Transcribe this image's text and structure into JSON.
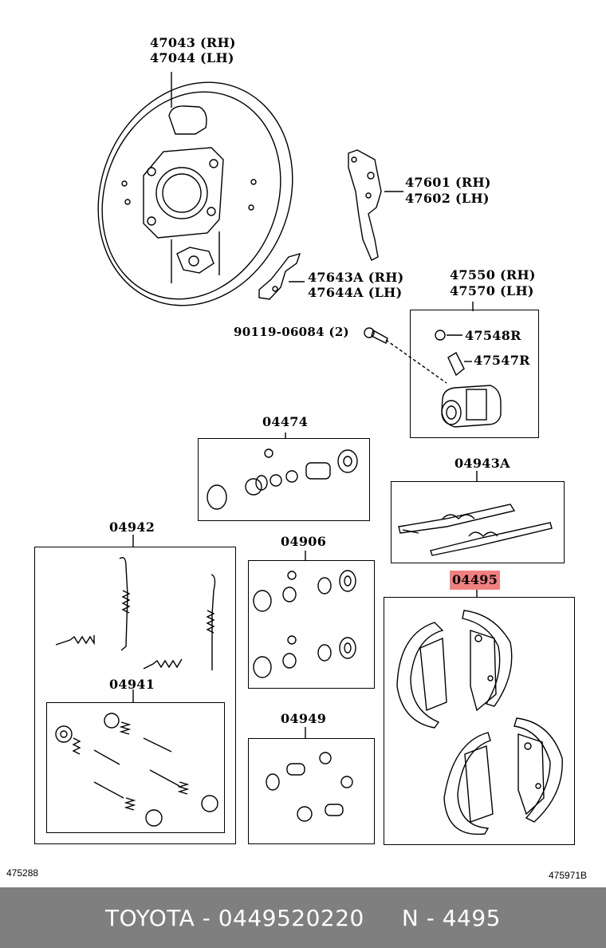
{
  "labels": {
    "backing_plate_rh": "47043 (RH)",
    "backing_plate_lh": "47044 (LH)",
    "lever_rh": "47601 (RH)",
    "lever_lh": "47602 (LH)",
    "strut_rh": "47643A (RH)",
    "strut_lh": "47644A (LH)",
    "cylinder_rh": "47550 (RH)",
    "cylinder_lh": "47570 (LH)",
    "bolt": "90119-06084 (2)",
    "bleeder_cap": "47548R",
    "bleeder_plug": "47547R",
    "kit_04474": "04474",
    "kit_04943A": "04943A",
    "kit_04942": "04942",
    "kit_04906": "04906",
    "kit_04495": "04495",
    "kit_04941": "04941",
    "kit_04949": "04949"
  },
  "corner_left": "475288",
  "corner_right": "475971B",
  "footer": "TOYOTA - 0449520220     N - 4495",
  "highlight_color": "#f08080"
}
